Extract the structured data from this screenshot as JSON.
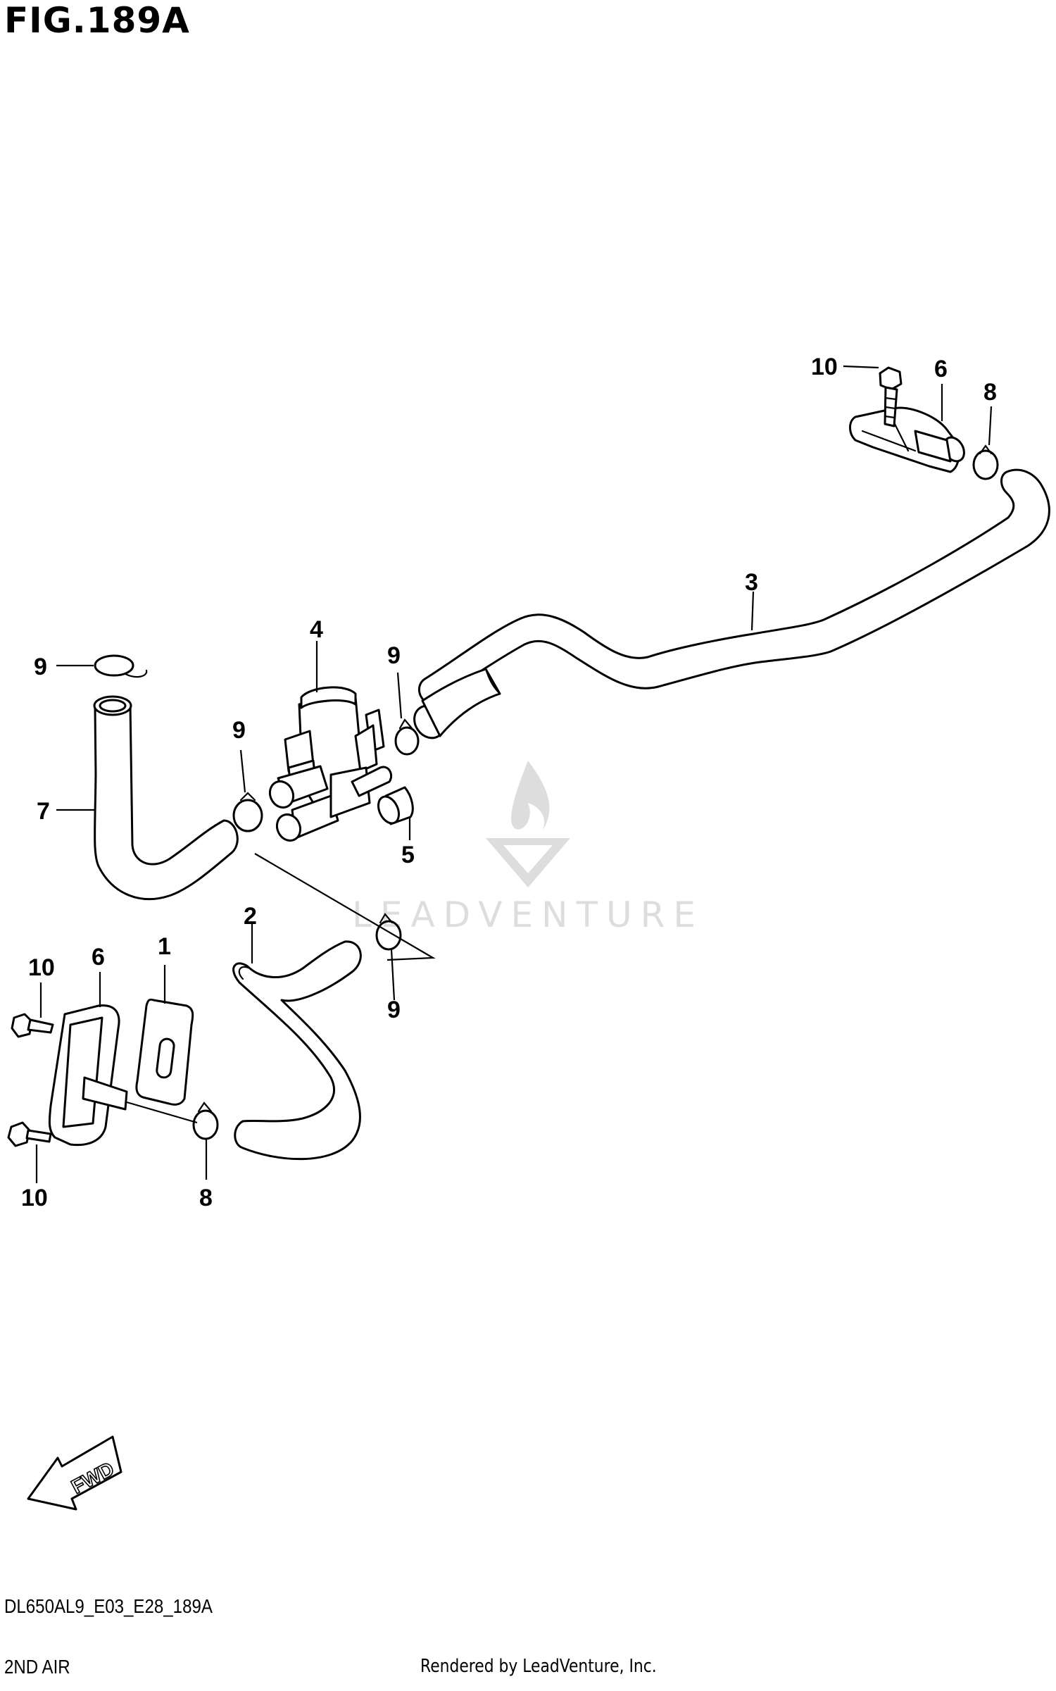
{
  "figure": {
    "title": "FIG.189A",
    "model_code": "DL650AL9_E03_E28_189A",
    "section_name": "2ND AIR",
    "render_credit": "Rendered by LeadVenture, Inc."
  },
  "watermark": {
    "text": "LEADVENTURE"
  },
  "direction_marker": {
    "label": "FWD"
  },
  "callouts": {
    "part_1": "1",
    "part_2": "2",
    "part_3": "3",
    "part_4": "4",
    "part_5": "5",
    "part_6_top": "6",
    "part_6_left": "6",
    "part_7": "7",
    "part_8_top": "8",
    "part_8_bottom": "8",
    "part_9_left": "9",
    "part_9_center": "9",
    "part_9_upper": "9",
    "part_9_lower": "9",
    "part_10_top": "10",
    "part_10_left_upper": "10",
    "part_10_left_lower": "10"
  }
}
